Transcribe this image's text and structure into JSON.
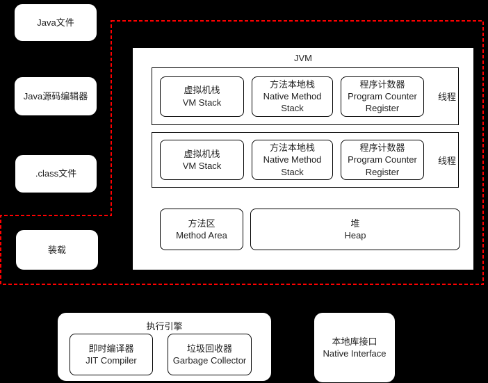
{
  "colors": {
    "background": "#000000",
    "node_fill": "#ffffff",
    "node_border": "#000000",
    "text": "#1f1f1f",
    "boundary_dash": "#ff0000"
  },
  "left_column": {
    "java_file": "Java文件",
    "java_editor": "Java源码编辑器",
    "class_file": ".class文件",
    "load": "装载"
  },
  "jvm": {
    "title": "JVM",
    "thread_rows": [
      {
        "label": "线程",
        "boxes": [
          {
            "zh": "虚拟机栈",
            "en": "VM Stack"
          },
          {
            "zh": "方法本地栈",
            "en": "Native Method Stack"
          },
          {
            "zh": "程序计数器",
            "en": "Program Counter Register"
          }
        ]
      },
      {
        "label": "线程",
        "boxes": [
          {
            "zh": "虚拟机栈",
            "en": "VM Stack"
          },
          {
            "zh": "方法本地栈",
            "en": "Native Method Stack"
          },
          {
            "zh": "程序计数器",
            "en": "Program Counter Register"
          }
        ]
      }
    ],
    "memory": {
      "method_area": {
        "zh": "方法区",
        "en": "Method Area"
      },
      "heap": {
        "zh": "堆",
        "en": "Heap"
      }
    }
  },
  "execution_engine": {
    "title": "执行引擎",
    "jit": {
      "zh": "即时编译器",
      "en": "JIT Compiler"
    },
    "gc": {
      "zh": "垃圾回收器",
      "en": "Garbage Collector"
    }
  },
  "native_interface": {
    "zh": "本地库接口",
    "en": "Native Interface"
  }
}
